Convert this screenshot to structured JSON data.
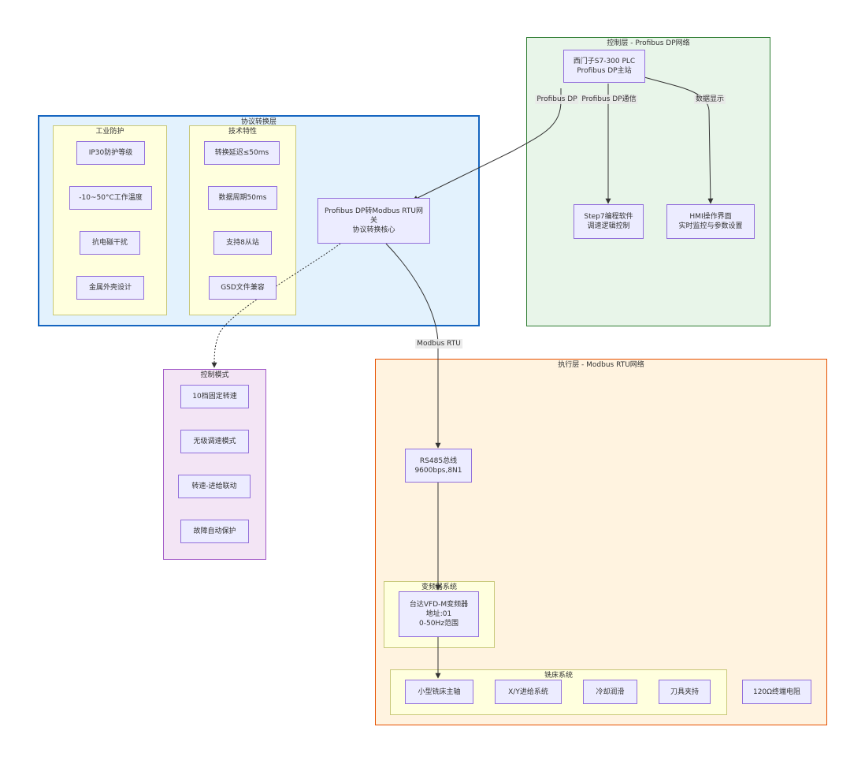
{
  "clusters": {
    "control": {
      "title": "控制层 - Profibus DP网络"
    },
    "protocol": {
      "title": "协议转换层"
    },
    "protection": {
      "title": "工业防护"
    },
    "features": {
      "title": "技术特性"
    },
    "mode": {
      "title": "控制模式"
    },
    "exec": {
      "title": "执行层 - Modbus RTU网络"
    },
    "vfd_sys": {
      "title": "变频器系统"
    },
    "mill_sys": {
      "title": "铣床系统"
    }
  },
  "nodes": {
    "plc": [
      "西门子S7-300 PLC",
      "Profibus DP主站"
    ],
    "step7": [
      "Step7编程软件",
      "调速逻辑控制"
    ],
    "hmi": [
      "HMI操作界面",
      "实时监控与参数设置"
    ],
    "gateway": [
      "Profibus DP转Modbus RTU网",
      "关",
      "协议转换核心"
    ],
    "ip30": [
      "IP30防护等级"
    ],
    "temp": [
      "-10~50°C工作温度"
    ],
    "emc": [
      "抗电磁干扰"
    ],
    "metal": [
      "金属外壳设计"
    ],
    "delay": [
      "转换延迟≤50ms"
    ],
    "cycle": [
      "数据周期50ms"
    ],
    "slaves": [
      "支持8从站"
    ],
    "gsd": [
      "GSD文件兼容"
    ],
    "mode1": [
      "10档固定转速"
    ],
    "mode2": [
      "无级调速模式"
    ],
    "mode3": [
      "转速-进给联动"
    ],
    "mode4": [
      "故障自动保护"
    ],
    "rs485": [
      "RS485总线",
      "9600bps,8N1"
    ],
    "vfd": [
      "台达VFD-M变频器",
      "地址:01",
      "0-50Hz范围"
    ],
    "spindle": [
      "小型铣床主轴"
    ],
    "xy": [
      "X/Y进给系统"
    ],
    "cool": [
      "冷却润滑"
    ],
    "tool": [
      "刀具夹持"
    ],
    "term": [
      "120Ω终端电阻"
    ]
  },
  "edge_labels": {
    "plc_gateway": "Profibus DP",
    "plc_step7": "Profibus DP通信",
    "plc_hmi": "数据显示",
    "gateway_rs485": "Modbus RTU"
  },
  "colors": {
    "node_fill": "#ECECFF",
    "node_border": "#9370DB",
    "control_fill": "#E8F5E9",
    "control_border": "#2E7D32",
    "protocol_fill": "#E3F2FD",
    "protocol_border": "#1565C0",
    "subgraph_fill": "#FFFFDE",
    "subgraph_border": "#C8C87A",
    "mode_fill": "#F3E5F5",
    "mode_border": "#A35BC8",
    "exec_fill": "#FFF3E0",
    "exec_border": "#E65100",
    "edge": "#333333"
  }
}
